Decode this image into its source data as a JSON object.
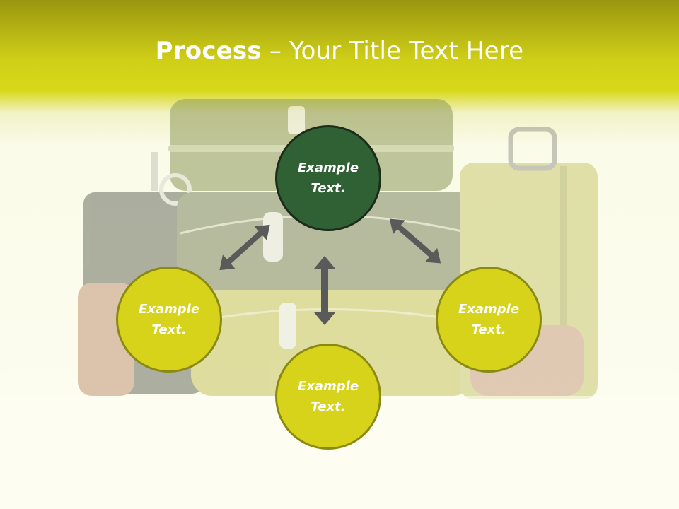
{
  "title": {
    "bold": "Process",
    "dash": " – ",
    "rest": "Your Title Text Here"
  },
  "nodes": [
    {
      "id": "top",
      "line1": "Example",
      "line2": "Text."
    },
    {
      "id": "left",
      "line1": "Example",
      "line2": "Text."
    },
    {
      "id": "right",
      "line1": "Example",
      "line2": "Text."
    },
    {
      "id": "bottom",
      "line1": "Example",
      "line2": "Text."
    }
  ],
  "colors": {
    "header": "#cfcf18",
    "node_dark": "#2f6135",
    "node_yellow": "#d7d21a",
    "arrow": "#5a5a5a"
  },
  "icons": {
    "arrows": "double-headed-arrow"
  }
}
